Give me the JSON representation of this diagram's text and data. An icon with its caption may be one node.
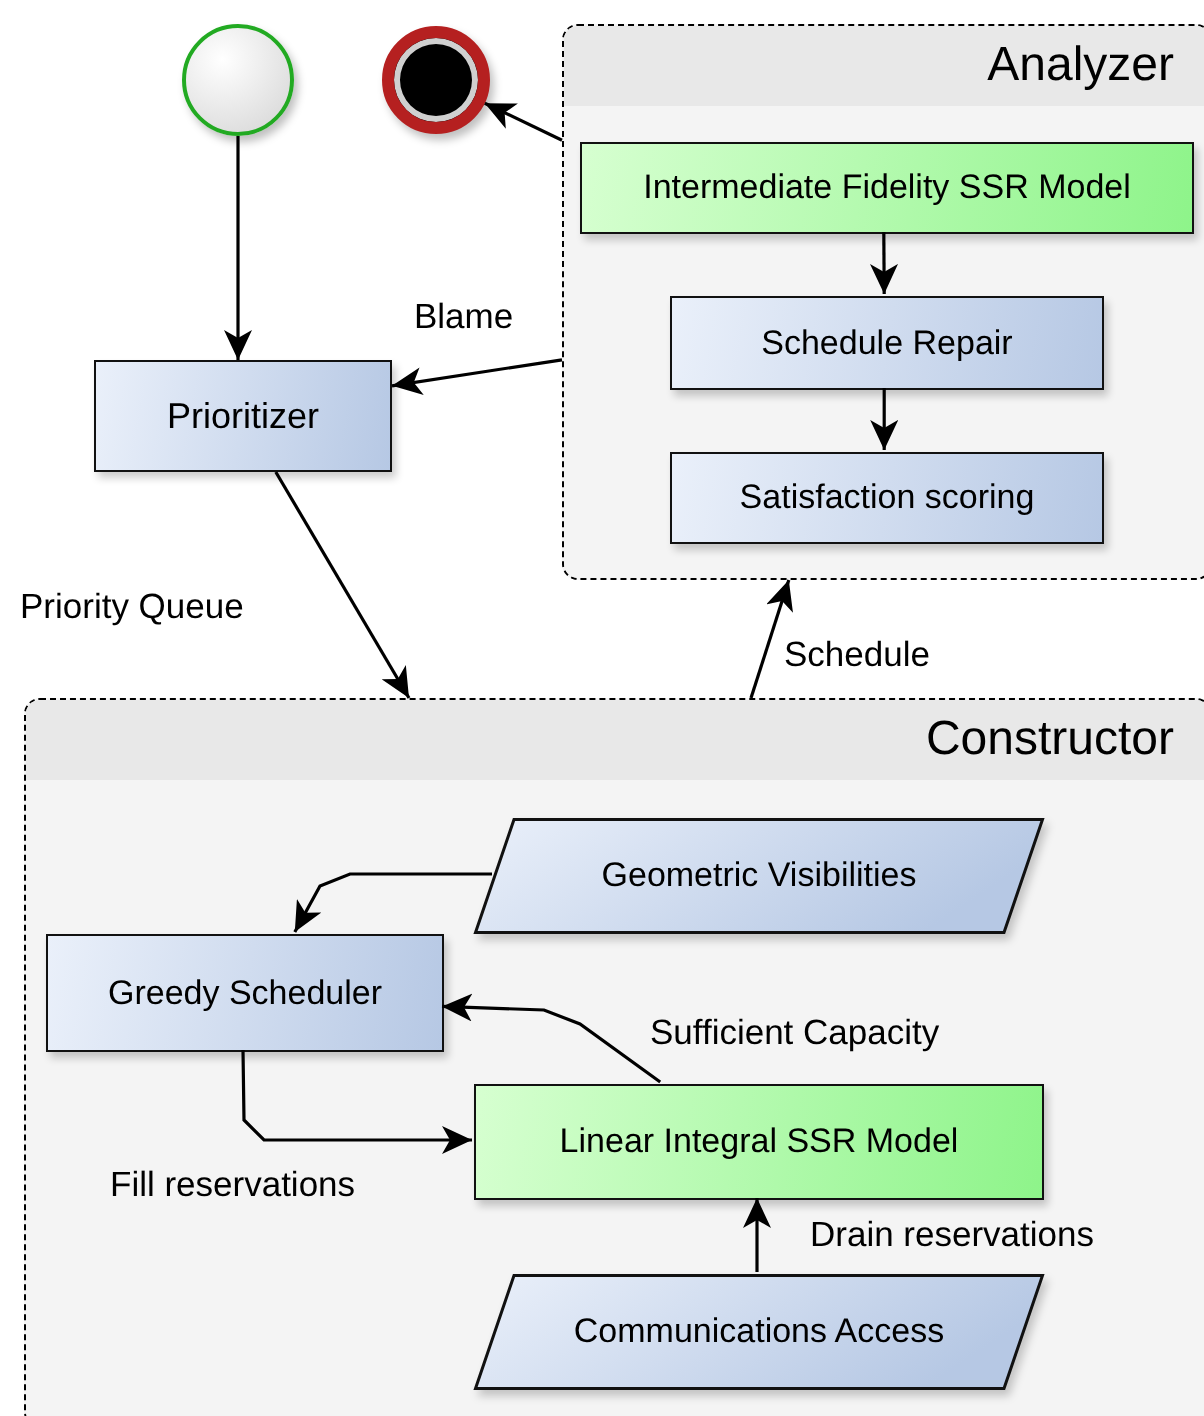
{
  "diagram": {
    "nodes": [
      {
        "text": [],
        "shape": "circle"
      },
      {
        "text": [],
        "shape": "circle"
      },
      {
        "text": [
          "Analyzer"
        ]
      },
      {
        "text": [
          "Intermediate Fidelity SSR Model"
        ],
        "in": 2
      },
      {
        "text": [
          "Schedule Repair"
        ],
        "in": 2
      },
      {
        "text": [
          "Satisfaction scoring"
        ],
        "in": 2
      },
      {
        "text": [
          "Prioritizer"
        ]
      },
      {
        "text": [
          "Constructor"
        ]
      },
      {
        "text": [
          "Geometric Visibilities"
        ],
        "in": 7
      },
      {
        "text": [
          "Greedy Scheduler"
        ],
        "in": 7
      },
      {
        "text": [
          "Linear Integral SSR Model"
        ],
        "in": 7
      },
      {
        "text": [
          "Communications Access"
        ],
        "in": 7
      }
    ],
    "edges": [
      {
        "from": 0,
        "to": 6,
        "arrow": "to"
      },
      {
        "from": 2,
        "to": 1,
        "arrow": "to"
      },
      {
        "from": 2,
        "to": 6,
        "arrow": "to",
        "label": "Blame"
      },
      {
        "from": 3,
        "to": 4,
        "arrow": "to"
      },
      {
        "from": 4,
        "to": 5,
        "arrow": "to"
      },
      {
        "from": 6,
        "to": 7,
        "arrow": "to",
        "label": "Priority Queue"
      },
      {
        "from": 7,
        "to": 2,
        "arrow": "to",
        "label": "Schedule"
      },
      {
        "from": 8,
        "to": 9,
        "arrow": "to"
      },
      {
        "from": 10,
        "to": 9,
        "arrow": "to",
        "label": "Sufficient Capacity"
      },
      {
        "from": 9,
        "to": 10,
        "arrow": "to",
        "label": "Fill reservations"
      },
      {
        "from": 11,
        "to": 10,
        "arrow": "to",
        "label": "Drain reservations"
      }
    ]
  }
}
